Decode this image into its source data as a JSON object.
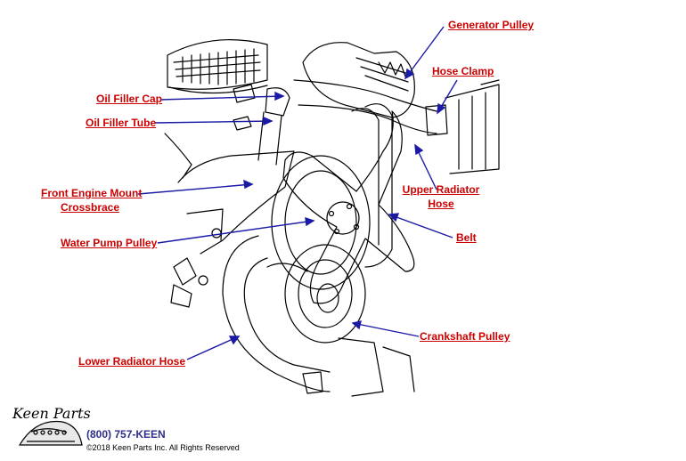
{
  "colors": {
    "label": "#cc0000",
    "arrow": "#1a1aa6",
    "line": "#000000"
  },
  "labels": {
    "generator_pulley": "Generator Pulley",
    "hose_clamp": "Hose Clamp",
    "oil_filler_cap": "Oil Filler Cap",
    "oil_filler_tube": "Oil Filler Tube",
    "front_engine_mount_1": "Front Engine Mount",
    "front_engine_mount_2": "Crossbrace",
    "upper_radiator_hose_1": "Upper Radiator",
    "upper_radiator_hose_2": "Hose",
    "belt": "Belt",
    "water_pump_pulley": "Water Pump Pulley",
    "crankshaft_pulley": "Crankshaft Pulley",
    "lower_radiator_hose": "Lower Radiator Hose"
  },
  "footer": {
    "logo": "Keen Parts",
    "phone": "(800) 757-KEEN",
    "copyright": "©2018 Keen Parts Inc. All Rights Reserved"
  }
}
